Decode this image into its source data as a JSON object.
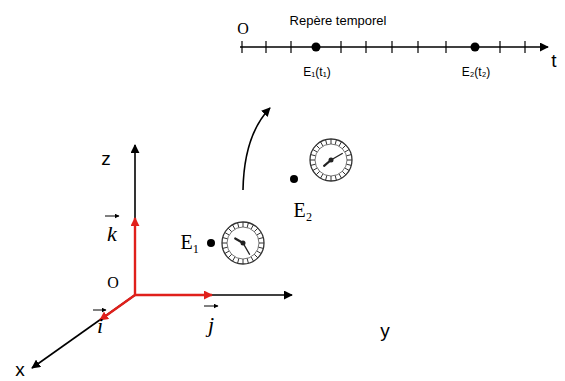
{
  "diagram": {
    "labels": [
      "O",
      "Repère temporel",
      "E₁(t₁)",
      "E₂(t₂)",
      "t",
      "z",
      "E₁",
      "E₂",
      "k",
      "O",
      "i",
      "j",
      "y",
      "x"
    ]
  }
}
